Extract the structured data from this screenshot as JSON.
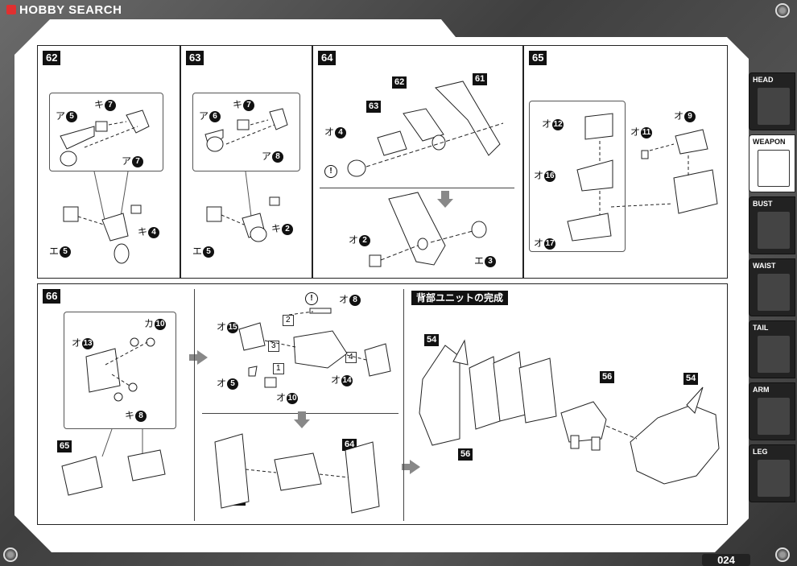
{
  "brand": {
    "name": "HOBBY SEARCH"
  },
  "page_number": "024",
  "colors": {
    "frame": "#555555",
    "panel_border": "#222222",
    "badge": "#111111",
    "arrow": "#888888"
  },
  "steps": {
    "s62": {
      "number": "62",
      "callouts": [
        "ア",
        "キ",
        "ア",
        "エ",
        "キ"
      ],
      "nums": [
        "5",
        "7",
        "7",
        "5",
        "4"
      ]
    },
    "s63": {
      "number": "63",
      "callouts": [
        "ア",
        "キ",
        "ア",
        "エ",
        "キ"
      ],
      "nums": [
        "6",
        "7",
        "8",
        "5",
        "2"
      ]
    },
    "s64": {
      "number": "64",
      "parts": [
        "63",
        "62",
        "61"
      ],
      "callouts": [
        "オ",
        "オ",
        "エ"
      ],
      "nums": [
        "4",
        "2",
        "3"
      ],
      "warning": "!"
    },
    "s65": {
      "number": "65",
      "callouts": [
        "オ",
        "オ",
        "オ",
        "オ",
        "オ"
      ],
      "nums": [
        "12",
        "11",
        "9",
        "16",
        "17"
      ]
    },
    "s66": {
      "number": "66",
      "callouts": [
        "カ",
        "オ",
        "キ"
      ],
      "nums": [
        "10",
        "13",
        "8"
      ],
      "part": "65",
      "sub_callouts": [
        "オ",
        "オ",
        "オ",
        "オ",
        "オ"
      ],
      "sub_nums": [
        "8",
        "15",
        "5",
        "10",
        "14"
      ],
      "sequence": [
        "1",
        "2",
        "3",
        "4"
      ],
      "warning": "!",
      "lower_parts": [
        "60",
        "64"
      ]
    },
    "completion": {
      "title": "背部ユニットの完成",
      "parts": [
        "54",
        "56",
        "56",
        "54"
      ]
    }
  },
  "tabs": [
    {
      "label": "HEAD",
      "active": false,
      "icon": "head-icon"
    },
    {
      "label": "WEAPON",
      "active": true,
      "icon": "weapon-icon"
    },
    {
      "label": "BUST",
      "active": false,
      "icon": "bust-icon"
    },
    {
      "label": "WAIST",
      "active": false,
      "icon": "waist-icon"
    },
    {
      "label": "TAIL",
      "active": false,
      "icon": "tail-icon"
    },
    {
      "label": "ARM",
      "active": false,
      "icon": "arm-icon"
    },
    {
      "label": "LEG",
      "active": false,
      "icon": "leg-icon"
    }
  ]
}
